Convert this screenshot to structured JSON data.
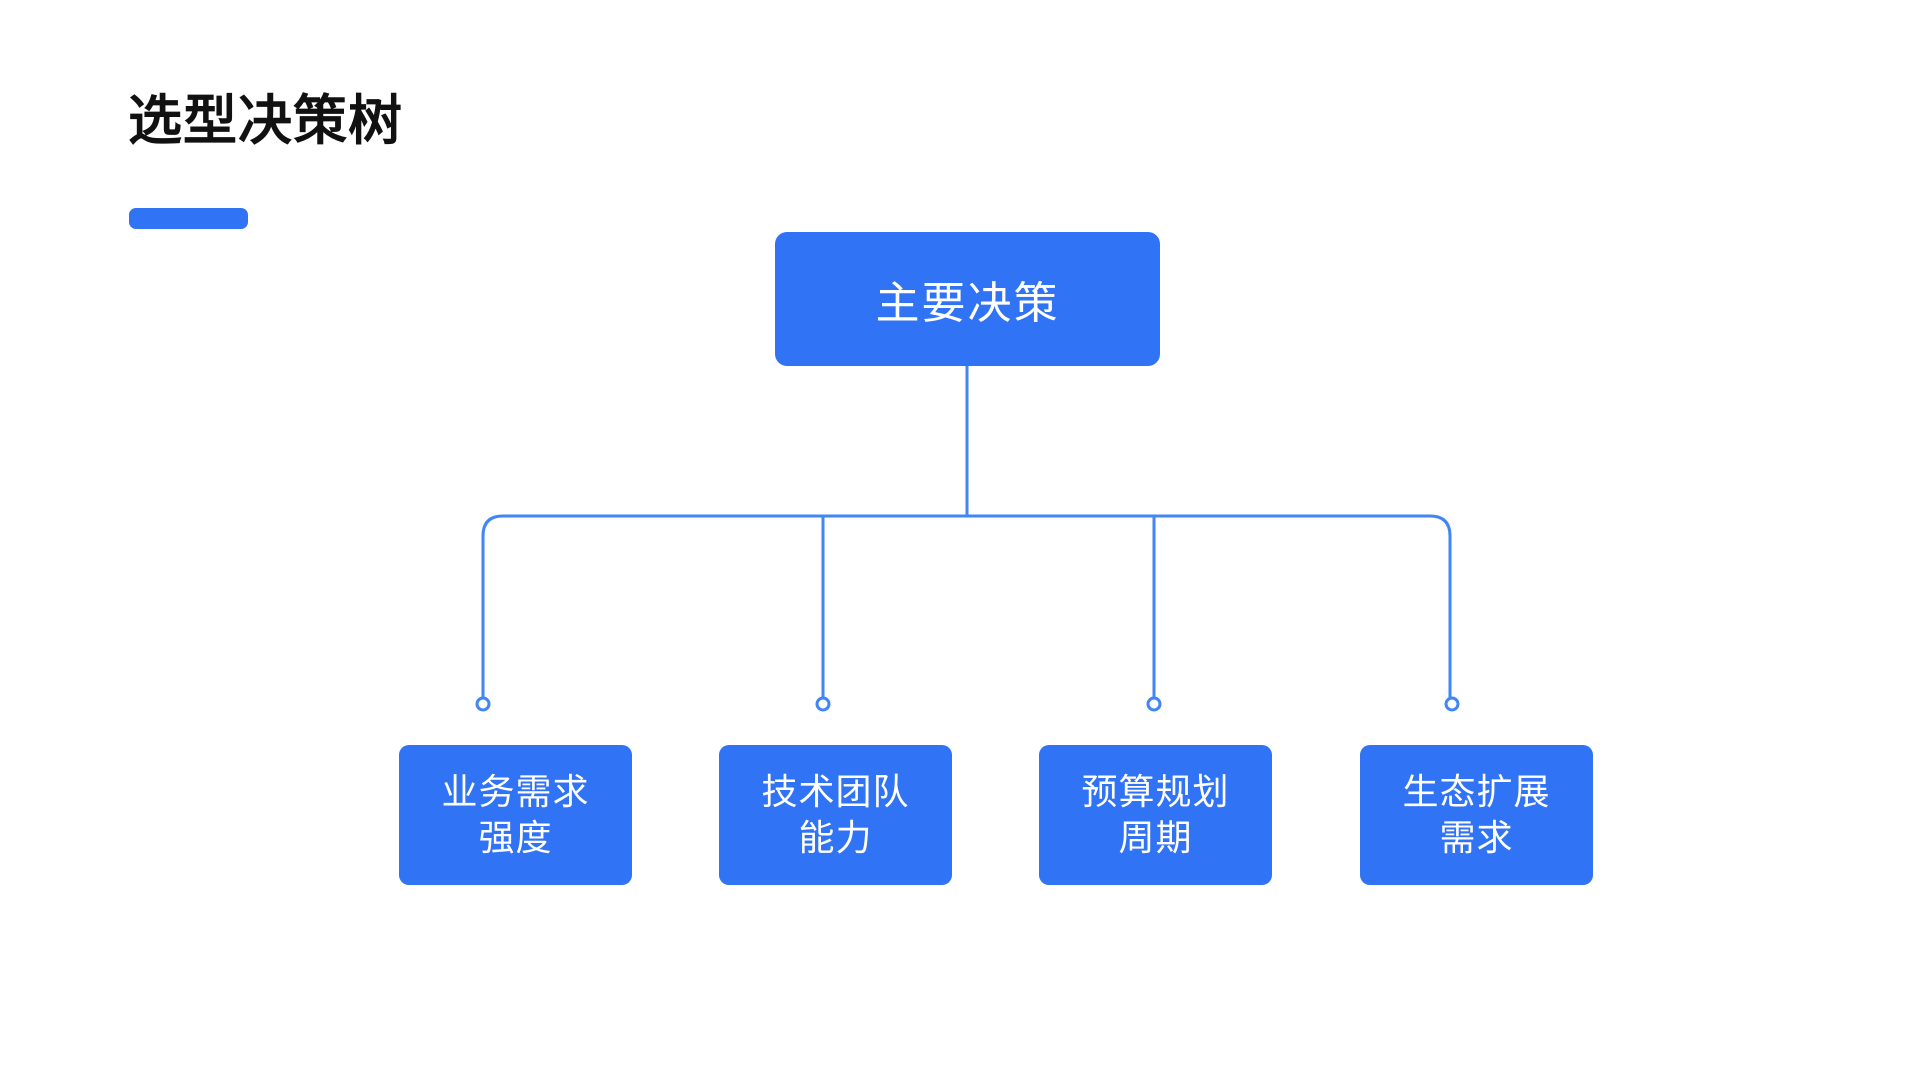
{
  "page": {
    "title": "选型决策树",
    "background_color": "#ffffff"
  },
  "theme": {
    "accent_color": "#3073f5",
    "node_fill": "#3073f5",
    "node_text_color": "#ffffff",
    "connector_color": "#4285f4",
    "title_color": "#111111"
  },
  "diagram": {
    "type": "tree",
    "orientation": "top-down",
    "root": {
      "label": "主要决策"
    },
    "children": [
      {
        "label_line1": "业务需求",
        "label_line2": "强度",
        "label": "业务需求强度"
      },
      {
        "label_line1": "技术团队",
        "label_line2": "能力",
        "label": "技术团队能力"
      },
      {
        "label_line1": "预算规划",
        "label_line2": "周期",
        "label": "预算规划周期"
      },
      {
        "label_line1": "生态扩展",
        "label_line2": "需求",
        "label": "生态扩展需求"
      }
    ],
    "connector_endpoint": "open-circle"
  }
}
